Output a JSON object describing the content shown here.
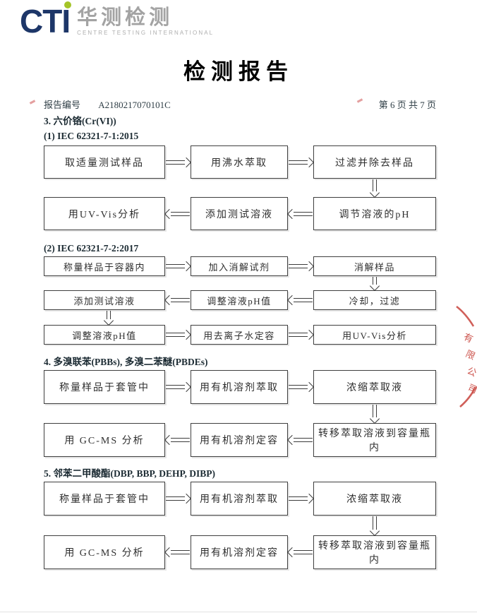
{
  "logo": {
    "acronym": "CTI",
    "cn_name": "华测检测",
    "en_name": "CENTRE TESTING INTERNATIONAL",
    "brand_navy": "#1d3668",
    "dot_green": "#a4c428",
    "gray": "#a3a3a3"
  },
  "title": "检测报告",
  "meta": {
    "report_no_label": "报告编号",
    "report_no": "A2180217070101C",
    "page_info": "第 6 页  共 7 页"
  },
  "sections": [
    {
      "heading": "3. 六价铬(Cr(VI))",
      "subsections": [
        {
          "heading": "(1) IEC 62321-7-1:2015",
          "rows": [
            {
              "direction": "right",
              "boxes": [
                "取适量测试样品",
                "用沸水萃取",
                "过滤并除去样品"
              ]
            },
            {
              "direction": "left",
              "boxes": [
                "用UV-Vis分析",
                "添加测试溶液",
                "调节溶液的pH"
              ]
            }
          ]
        },
        {
          "heading": "(2) IEC 62321-7-2:2017",
          "rows": [
            {
              "direction": "right",
              "boxes": [
                "称量样品于容器内",
                "加入消解试剂",
                "消解样品"
              ]
            },
            {
              "direction": "left",
              "boxes": [
                "添加测试溶液",
                "调整溶液pH值",
                "冷却，过滤"
              ]
            },
            {
              "direction": "right",
              "boxes": [
                "调整溶液pH值",
                "用去离子水定容",
                "用UV-Vis分析"
              ]
            }
          ]
        }
      ]
    },
    {
      "heading": "4. 多溴联苯(PBBs), 多溴二苯醚(PBDEs)",
      "rows": [
        {
          "direction": "right",
          "boxes": [
            "称量样品于套管中",
            "用有机溶剂萃取",
            "浓缩萃取液"
          ]
        },
        {
          "direction": "left",
          "boxes": [
            "用 GC-MS 分析",
            "用有机溶剂定容",
            "转移萃取溶液到容量瓶内"
          ]
        }
      ]
    },
    {
      "heading": "5. 邻苯二甲酸酯(DBP, BBP, DEHP, DIBP)",
      "rows": [
        {
          "direction": "right",
          "boxes": [
            "称量样品于套管中",
            "用有机溶剂萃取",
            "浓缩萃取液"
          ]
        },
        {
          "direction": "left",
          "boxes": [
            "用 GC-MS 分析",
            "用有机溶剂定容",
            "转移萃取溶液到容量瓶内"
          ]
        }
      ]
    }
  ],
  "stamp": {
    "chars": [
      "有",
      "限",
      "公",
      "司"
    ],
    "color": "#c4372f"
  }
}
